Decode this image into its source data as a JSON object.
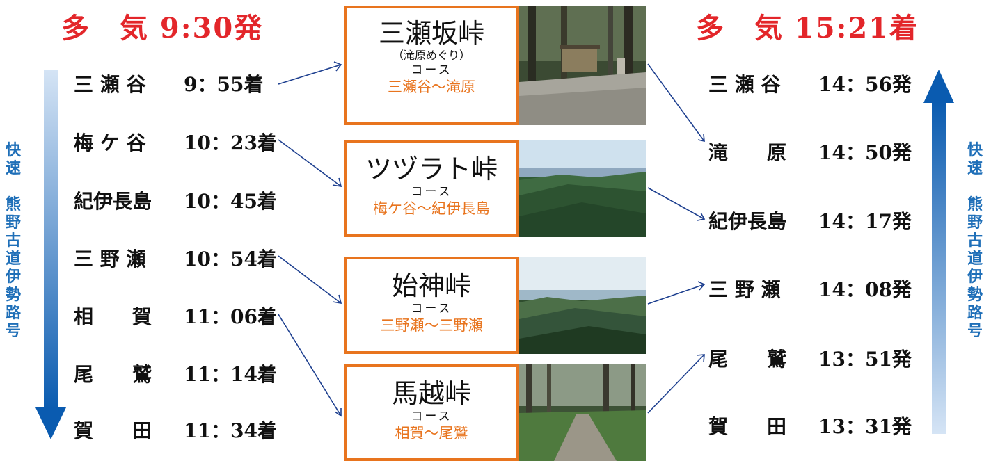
{
  "title_left": "多　気 9:30発",
  "title_right": "多　気 15:21着",
  "service_left": [
    "快",
    "速",
    "",
    "熊",
    "野",
    "古",
    "道",
    "伊",
    "勢",
    "路",
    "号"
  ],
  "service_right": [
    "快",
    "速",
    "",
    "熊",
    "野",
    "古",
    "道",
    "伊",
    "勢",
    "路",
    "号"
  ],
  "outbound": [
    {
      "name": "三 瀬 谷",
      "time": "9：55着"
    },
    {
      "name": "梅 ケ 谷",
      "time": "10：23着"
    },
    {
      "name": "紀伊長島",
      "time": "10：45着"
    },
    {
      "name": "三 野 瀬",
      "time": "10：54着"
    },
    {
      "name": "相　　賀",
      "time": "11：06着"
    },
    {
      "name": "尾　　鷲",
      "time": "11：14着"
    },
    {
      "name": "賀　　田",
      "time": "11：34着"
    }
  ],
  "inbound": [
    {
      "name": "三 瀬 谷",
      "time": "14：56発"
    },
    {
      "name": "滝　　原",
      "time": "14：50発"
    },
    {
      "name": "紀伊長島",
      "time": "14：17発"
    },
    {
      "name": "三 野 瀬",
      "time": "14：08発"
    },
    {
      "name": "尾　　鷲",
      "time": "13：51発"
    },
    {
      "name": "賀　　田",
      "time": "13：31発"
    }
  ],
  "courses": [
    {
      "name": "三瀬坂峠",
      "sub": "（滝原めぐり）",
      "course": "コース",
      "route": "三瀬谷〜滝原"
    },
    {
      "name": "ツヅラト峠",
      "sub": "",
      "course": "コース",
      "route": "梅ケ谷〜紀伊長島"
    },
    {
      "name": "始神峠",
      "sub": "",
      "course": "コース",
      "route": "三野瀬〜三野瀬"
    },
    {
      "name": "馬越峠",
      "sub": "",
      "course": "コース",
      "route": "相賀〜尾鷲"
    }
  ],
  "colors": {
    "title": "#e3262a",
    "box_border": "#e8741e",
    "route_text": "#e8741e",
    "arrow_line": "#1d3f8f",
    "service_text": "#1f6fb8"
  }
}
